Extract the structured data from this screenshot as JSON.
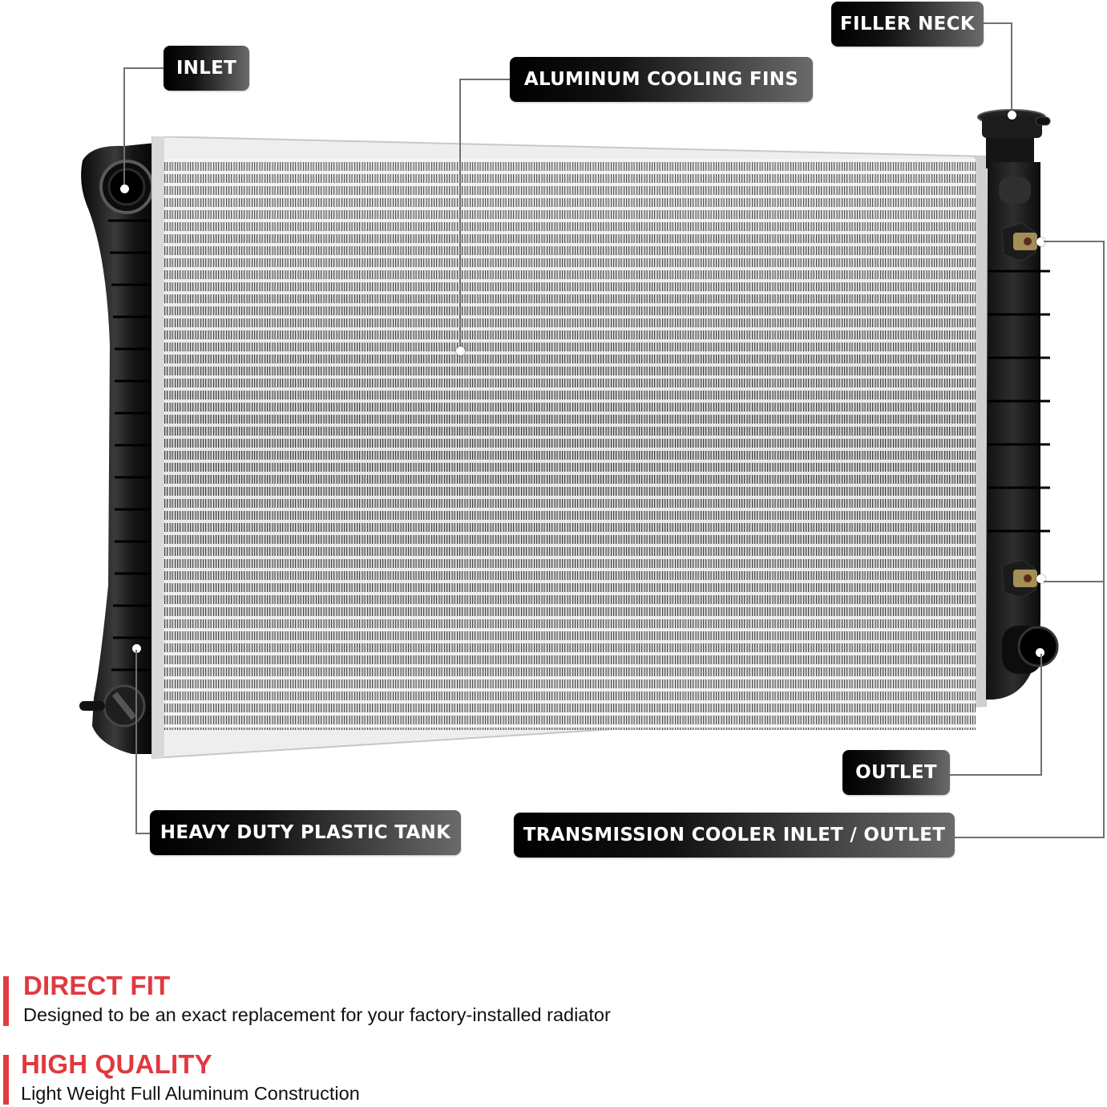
{
  "diagram": {
    "subject": "Radiator",
    "callouts": [
      {
        "id": "inlet",
        "label": "INLET"
      },
      {
        "id": "aluminum-cooling-fins",
        "label": "ALUMINUM COOLING FINS"
      },
      {
        "id": "filler-neck",
        "label": "FILLER NECK"
      },
      {
        "id": "heavy-duty-plastic-tank",
        "label": "HEAVY DUTY PLASTIC TANK"
      },
      {
        "id": "outlet",
        "label": "OUTLET"
      },
      {
        "id": "transmission-cooler",
        "label": "TRANSMISSION COOLER INLET / OUTLET"
      }
    ],
    "colors": {
      "accent_red": "#e0393f",
      "callout_dark": "#000000",
      "callout_light": "#6a6a6a",
      "leader_line": "#707070",
      "tank": "#1a1a1a",
      "fins": "#c8c8c8"
    }
  },
  "features": [
    {
      "title": "DIRECT FIT",
      "description": "Designed to be an exact replacement for your factory-installed radiator"
    },
    {
      "title": "HIGH QUALITY",
      "description": "Light Weight Full Aluminum Construction"
    }
  ]
}
